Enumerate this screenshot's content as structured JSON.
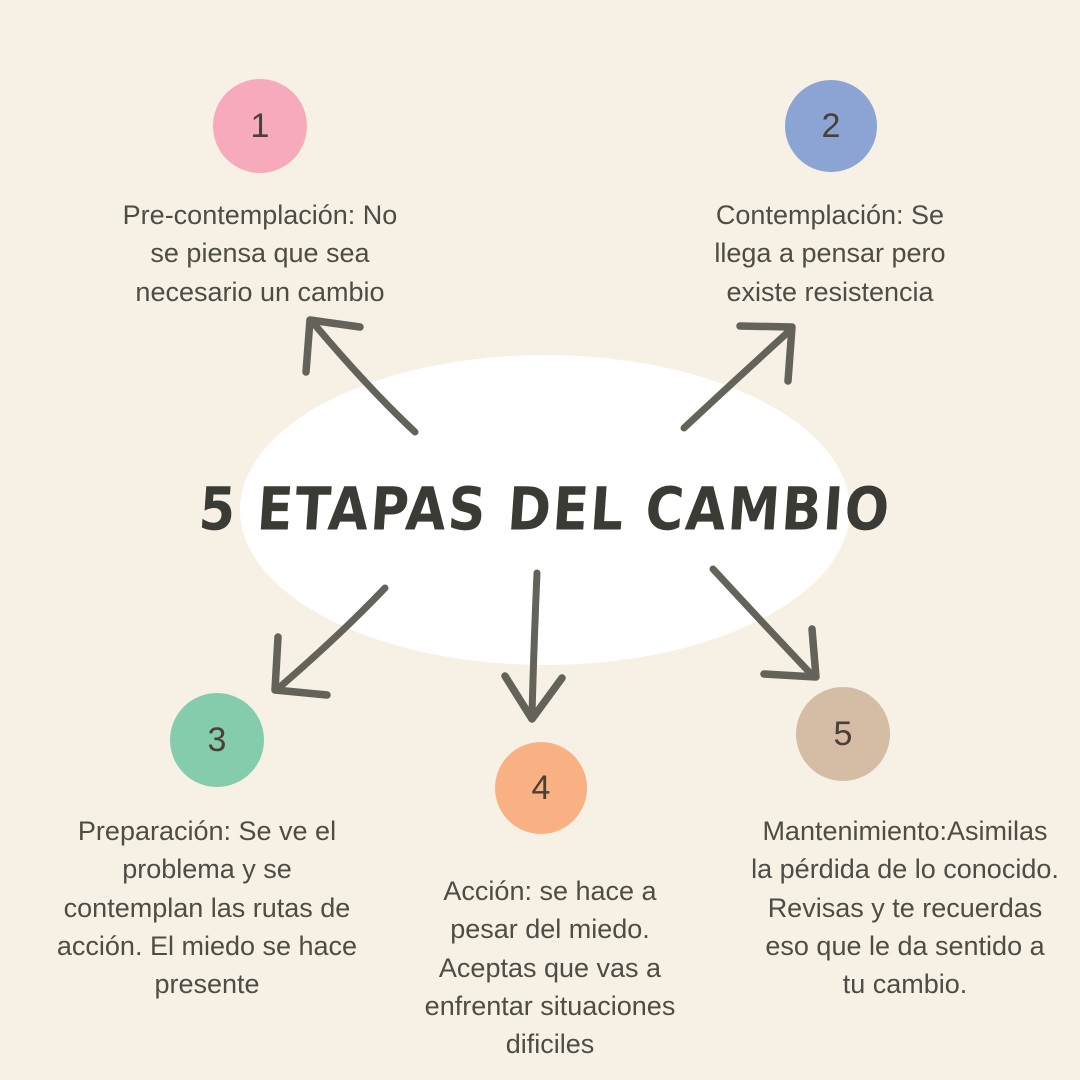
{
  "page": {
    "background_color": "#F7F0E4",
    "text_color": "#4D4D45",
    "arrow_color": "#63635A"
  },
  "center": {
    "title": "5 etapas del cambio",
    "shape": "ellipse",
    "fill_color": "#FFFFFF"
  },
  "stages": [
    {
      "number": "1",
      "color": "#F7AABB",
      "caption": "Pre-contemplación: No\nse piensa que sea\nnecesario un cambio"
    },
    {
      "number": "2",
      "color": "#8BA4D4",
      "caption": "Contemplación: Se\nllega a pensar pero\nexiste resistencia"
    },
    {
      "number": "3",
      "color": "#85CCAC",
      "caption": "Preparación: Se ve el\nproblema y se\ncontemplan las rutas de\nacción. El miedo se hace\npresente"
    },
    {
      "number": "4",
      "color": "#F9B183",
      "caption": "Acción: se hace a\npesar del miedo.\nAceptas que vas a\nenfrentar situaciones\ndificiles"
    },
    {
      "number": "5",
      "color": "#D4BDA4",
      "caption": "Mantenimiento:Asimilas\nla pérdida de lo conocido.\nRevisas y te recuerdas\neso que  le da sentido a\ntu cambio."
    }
  ],
  "arrows": [
    {
      "name": "arrow-to-stage-1",
      "direction": "up-left"
    },
    {
      "name": "arrow-to-stage-2",
      "direction": "up-right"
    },
    {
      "name": "arrow-to-stage-3",
      "direction": "down-left"
    },
    {
      "name": "arrow-to-stage-4",
      "direction": "down"
    },
    {
      "name": "arrow-to-stage-5",
      "direction": "down-right"
    }
  ]
}
